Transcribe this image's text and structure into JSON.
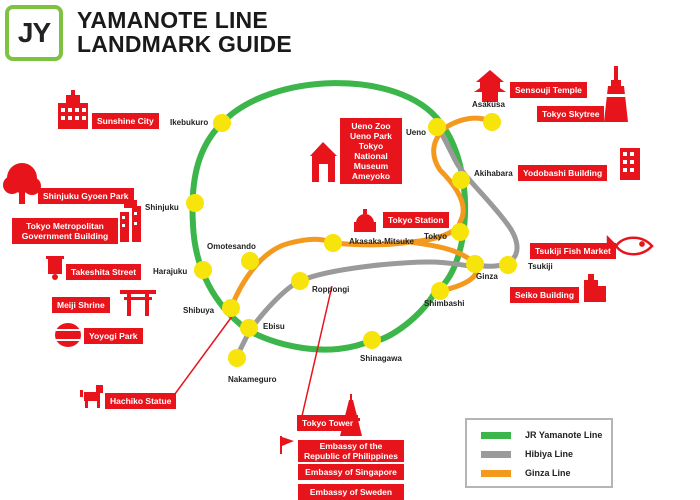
{
  "header": {
    "logo": "JY",
    "title_line1": "YAMANOTE LINE",
    "title_line2": "LANDMARK GUIDE"
  },
  "colors": {
    "yamanote": "#3cb64a",
    "hibiya": "#9a9a9a",
    "ginza": "#f39a1e",
    "station": "#f6e40b",
    "landmark": "#e8141c",
    "logo_border": "#7dc241"
  },
  "stations": [
    {
      "key": "ikebukuro",
      "name": "Ikebukuro"
    },
    {
      "key": "shinjuku",
      "name": "Shinjuku"
    },
    {
      "key": "harajuku",
      "name": "Harajuku"
    },
    {
      "key": "shibuya",
      "name": "Shibuya"
    },
    {
      "key": "ebisu",
      "name": "Ebisu"
    },
    {
      "key": "shinagawa",
      "name": "Shinagawa"
    },
    {
      "key": "shimbashi",
      "name": "Shimbashi"
    },
    {
      "key": "ginza",
      "name": "Ginza"
    },
    {
      "key": "tsukiji",
      "name": "Tsukiji"
    },
    {
      "key": "tokyo",
      "name": "Tokyo"
    },
    {
      "key": "akihabara",
      "name": "Akihabara"
    },
    {
      "key": "ueno",
      "name": "Ueno"
    },
    {
      "key": "asakusa",
      "name": "Asakusa"
    },
    {
      "key": "omotesando",
      "name": "Omotesando"
    },
    {
      "key": "akasaka",
      "name": "Akasaka-Mitsuke"
    },
    {
      "key": "roppongi",
      "name": "Roppongi"
    },
    {
      "key": "nakameguro",
      "name": "Nakameguro"
    }
  ],
  "landmarks": {
    "sensouji": "Sensouji Temple",
    "skytree": "Tokyo Skytree",
    "sunshine": "Sunshine City",
    "ueno_group": [
      "Ueno Zoo",
      "Ueno Park",
      "Tokyo",
      "National",
      "Museum",
      "Ameyoko"
    ],
    "yodobashi": "Yodobashi Building",
    "gyoen": "Shinjuku Gyoen Park",
    "metro_gov": [
      "Tokyo Metropolitan",
      "Government Building"
    ],
    "tokyo_station": "Tokyo Station",
    "tsukiji_market": "Tsukiji Fish Market",
    "takeshita": "Takeshita Street",
    "meiji": "Meiji Shrine",
    "yoyogi": "Yoyogi Park",
    "seiko": "Seiko Building",
    "hachiko": "Hachiko Statue",
    "tokyo_tower": "Tokyo Tower",
    "embassy_ph": [
      "Embassy of the",
      "Republic of Philippines"
    ],
    "embassy_sg": "Embassy of Singapore",
    "embassy_se": "Embassy of Sweden"
  },
  "legend": [
    {
      "label": "JR Yamanote Line",
      "color": "#3cb64a"
    },
    {
      "label": "Hibiya Line",
      "color": "#9a9a9a"
    },
    {
      "label": "Ginza Line",
      "color": "#f39a1e"
    }
  ]
}
